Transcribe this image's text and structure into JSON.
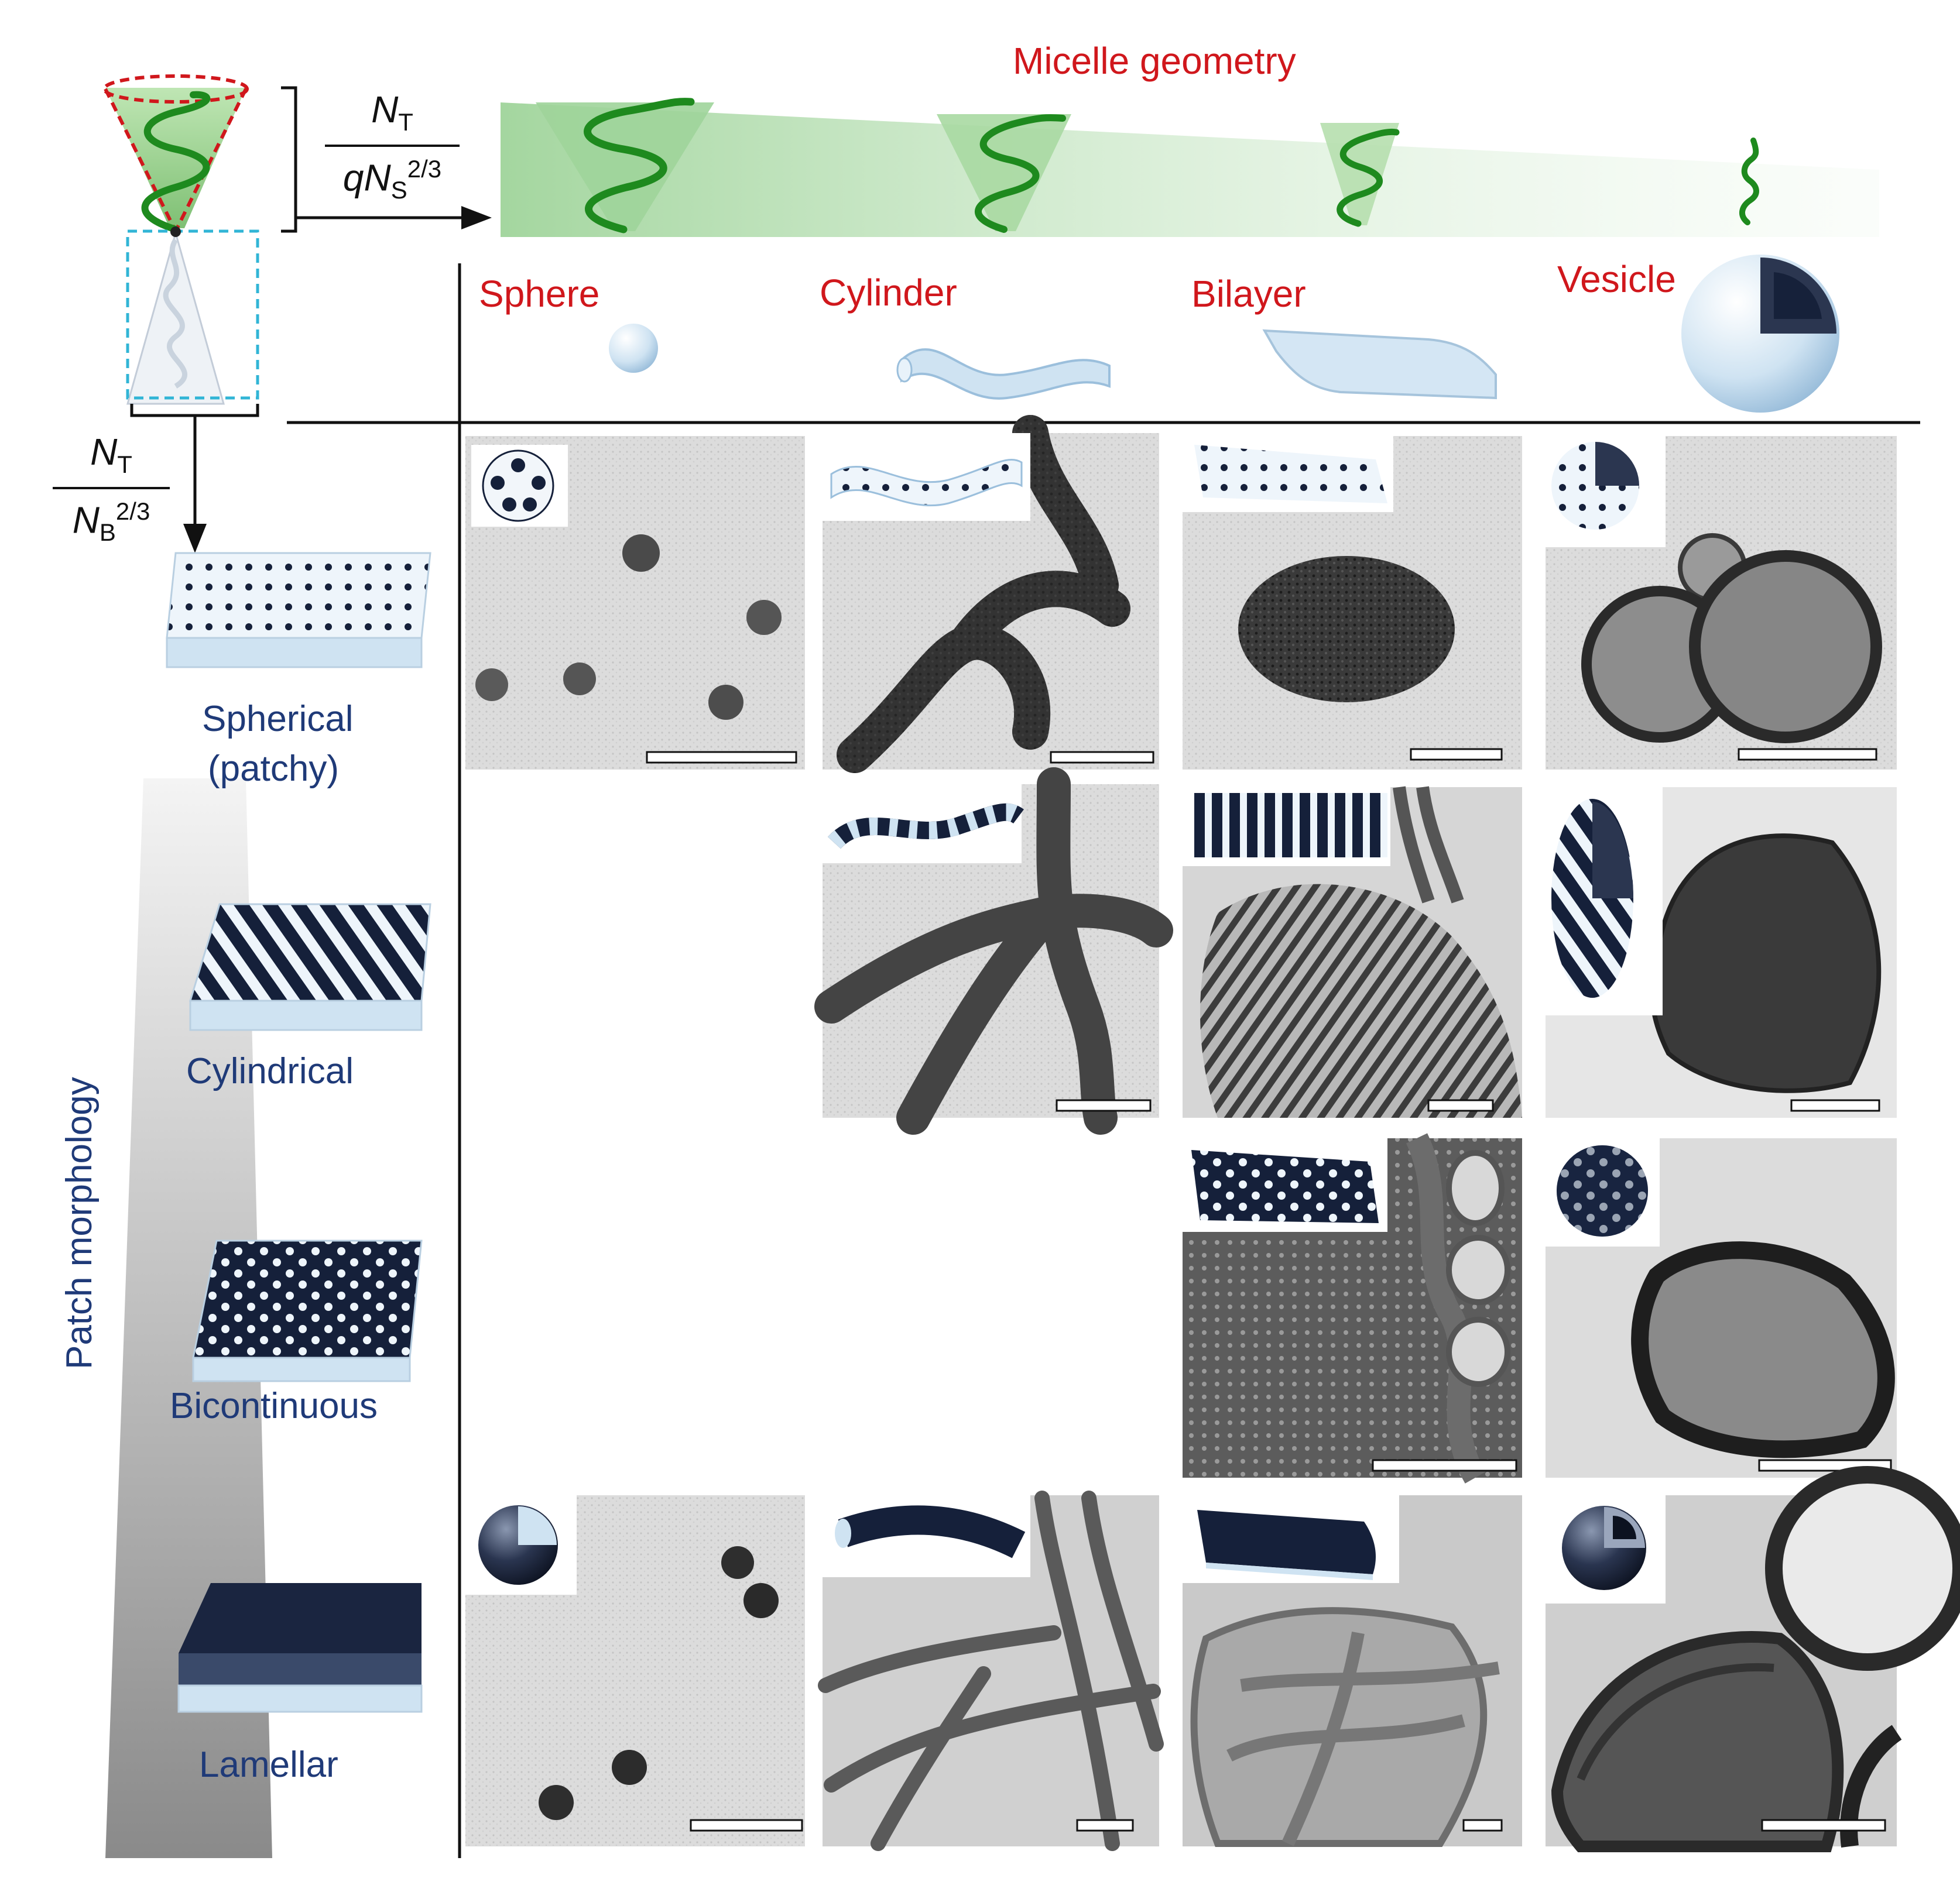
{
  "header": {
    "micelle_geometry": "Micelle geometry",
    "frac_horizontal": {
      "num": "N",
      "num_sub": "T",
      "den_pre": "qN",
      "den_sub": "S",
      "den_sup": "2/3"
    },
    "frac_vertical": {
      "num": "N",
      "num_sub": "T",
      "den_pre": "N",
      "den_sub": "B",
      "den_sup": "2/3"
    }
  },
  "columns": [
    {
      "label": "Sphere"
    },
    {
      "label": "Cylinder"
    },
    {
      "label": "Bilayer"
    },
    {
      "label": "Vesicle"
    }
  ],
  "rows": [
    {
      "label_line1": "Spherical",
      "label_line2": "(patchy)"
    },
    {
      "label_line1": "Cylindrical",
      "label_line2": ""
    },
    {
      "label_line1": "Bicontinuous",
      "label_line2": ""
    },
    {
      "label_line1": "Lamellar",
      "label_line2": ""
    }
  ],
  "side_axis_label": "Patch morphology",
  "colors": {
    "red_label": "#d0171c",
    "blue_label": "#1f3a78",
    "green_chain": "#1e8a1e",
    "navy_patch": "#14213d",
    "light_blue": "#cfe3f2"
  },
  "panels_present": [
    [
      true,
      true,
      true,
      true
    ],
    [
      false,
      true,
      true,
      true
    ],
    [
      false,
      false,
      true,
      true
    ],
    [
      true,
      true,
      true,
      true
    ]
  ]
}
